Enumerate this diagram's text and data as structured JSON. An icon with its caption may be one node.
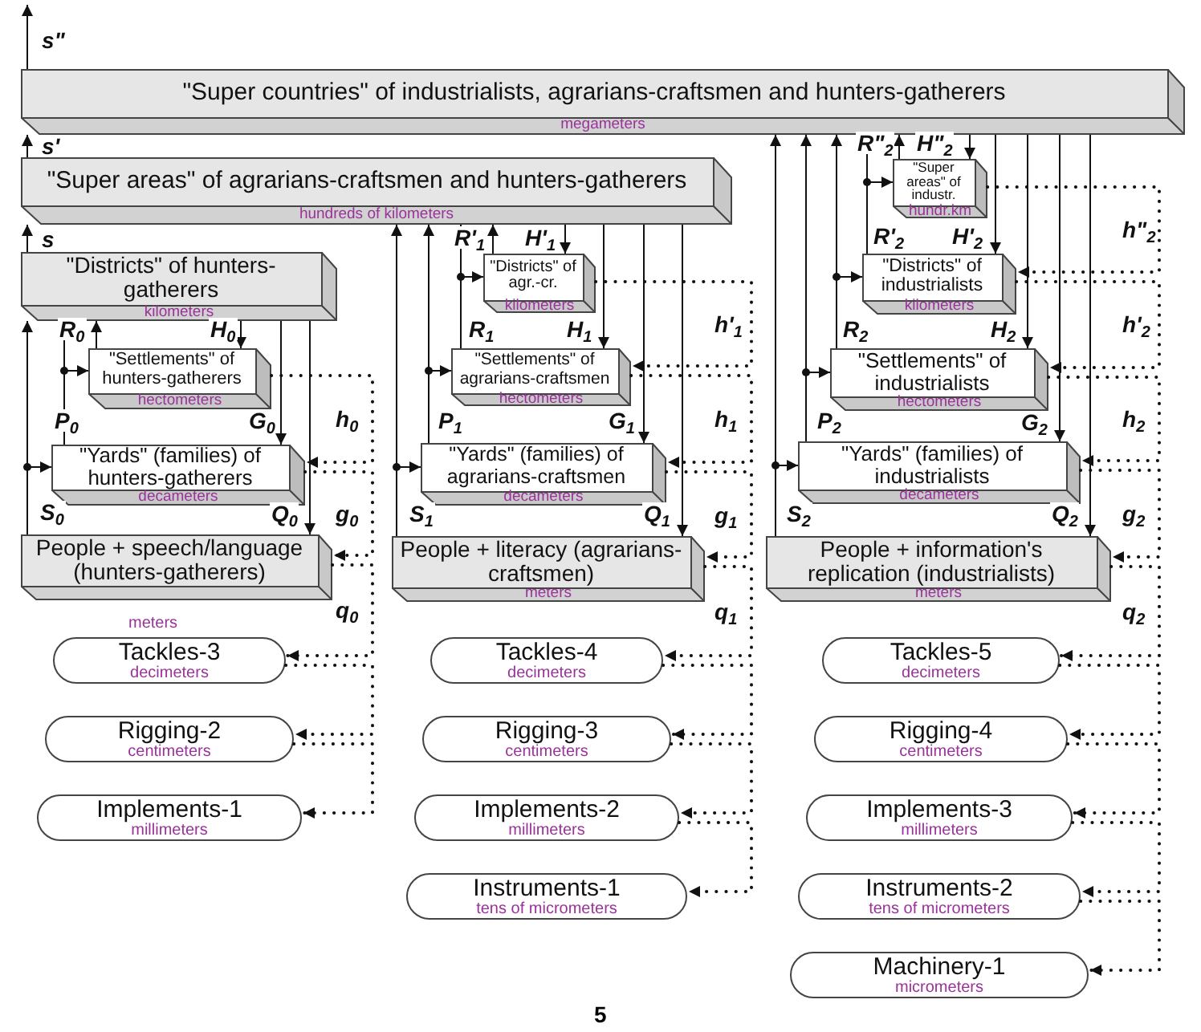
{
  "diagram": {
    "nodes": [
      {
        "text": [
          "\"Super countries\" of industrialists, agrarians-craftsmen and hunters-gatherers",
          "megameters"
        ]
      },
      {
        "text": [
          "\"Super areas\" of agrarians-craftsmen and hunters-gatherers",
          "hundreds of kilometers"
        ]
      },
      {
        "text": [
          "\"Super areas\" of industr.",
          "hundr.km"
        ]
      },
      {
        "text": [
          "\"Districts\" of hunters-gatherers",
          "kilometers"
        ]
      },
      {
        "text": [
          "\"Districts\" of agr.-cr.",
          "kilometers"
        ]
      },
      {
        "text": [
          "\"Districts\" of industrialists",
          "kilometers"
        ]
      },
      {
        "text": [
          "\"Settlements\" of hunters-gatherers",
          "hectometers"
        ]
      },
      {
        "text": [
          "\"Settlements\" of agrarians-craftsmen",
          "hectometers"
        ]
      },
      {
        "text": [
          "\"Settlements\" of industrialists",
          "hectometers"
        ]
      },
      {
        "text": [
          "\"Yards\" (families) of hunters-gatherers",
          "decameters"
        ]
      },
      {
        "text": [
          "\"Yards\" (families) of agrarians-craftsmen",
          "decameters"
        ]
      },
      {
        "text": [
          "\"Yards\" (families) of industrialists",
          "decameters"
        ]
      },
      {
        "text": [
          "People + speech/language (hunters-gatherers)"
        ],
        "beside": [
          "meters"
        ]
      },
      {
        "text": [
          "People + literacy (agrarians-craftsmen)",
          "meters"
        ]
      },
      {
        "text": [
          "People + information's replication (industrialists)",
          "meters"
        ]
      },
      {
        "text": [
          "Tackles-3",
          "decimeters"
        ]
      },
      {
        "text": [
          "Tackles-4",
          "decimeters"
        ]
      },
      {
        "text": [
          "Tackles-5",
          "decimeters"
        ]
      },
      {
        "text": [
          "Rigging-2",
          "centimeters"
        ]
      },
      {
        "text": [
          "Rigging-3",
          "centimeters"
        ]
      },
      {
        "text": [
          "Rigging-4",
          "centimeters"
        ]
      },
      {
        "text": [
          "Implements-1",
          "millimeters"
        ]
      },
      {
        "text": [
          "Implements-2",
          "millimeters"
        ]
      },
      {
        "text": [
          "Implements-3",
          "millimeters"
        ]
      },
      {
        "text": [
          "Instruments-1",
          "tens of micrometers"
        ]
      },
      {
        "text": [
          "Instruments-2",
          "tens of micrometers"
        ]
      },
      {
        "text": [
          "Machinery-1",
          "micrometers"
        ]
      }
    ],
    "edges": [
      {
        "from": 12,
        "to": 3,
        "arrow": "to",
        "label": "S$_{0}$"
      },
      {
        "from": 9,
        "to": 3,
        "arrow": "to",
        "label": "P$_{0}$"
      },
      {
        "from": 6,
        "to": 3,
        "arrow": "to",
        "label": "R$_{0}$"
      },
      {
        "from": 3,
        "to": 6,
        "arrow": "to",
        "label": "H$_{0}$"
      },
      {
        "from": 3,
        "to": 9,
        "arrow": "to",
        "label": "G$_{0}$"
      },
      {
        "from": 3,
        "to": 12,
        "arrow": "to",
        "label": "Q$_{0}$"
      },
      {
        "from": 12,
        "to": 9,
        "arrow": "to"
      },
      {
        "from": 9,
        "to": 6,
        "arrow": "to"
      },
      {
        "from": 13,
        "to": 1,
        "arrow": "to",
        "label": "S$_{1}$"
      },
      {
        "from": 10,
        "to": 1,
        "arrow": "to",
        "label": "P$_{1}$"
      },
      {
        "from": 7,
        "to": 1,
        "arrow": "to",
        "label": "R$_{1}$"
      },
      {
        "from": 4,
        "to": 1,
        "arrow": "to",
        "label": "R'$_{1}$"
      },
      {
        "from": 1,
        "to": 4,
        "arrow": "to",
        "label": "H'$_{1}$"
      },
      {
        "from": 1,
        "to": 7,
        "arrow": "to",
        "label": "H$_{1}$"
      },
      {
        "from": 1,
        "to": 10,
        "arrow": "to",
        "label": "G$_{1}$"
      },
      {
        "from": 1,
        "to": 13,
        "arrow": "to",
        "label": "Q$_{1}$"
      },
      {
        "from": 13,
        "to": 10,
        "arrow": "to"
      },
      {
        "from": 10,
        "to": 7,
        "arrow": "to"
      },
      {
        "from": 7,
        "to": 4,
        "arrow": "to"
      },
      {
        "from": 14,
        "to": 0,
        "arrow": "to",
        "label": "S$_{2}$"
      },
      {
        "from": 11,
        "to": 0,
        "arrow": "to",
        "label": "P$_{2}$"
      },
      {
        "from": 8,
        "to": 0,
        "arrow": "to",
        "label": "R$_{2}$"
      },
      {
        "from": 5,
        "to": 0,
        "arrow": "to",
        "label": "R'$_{2}$"
      },
      {
        "from": 2,
        "to": 0,
        "arrow": "to",
        "label": "R\"$_{2}$"
      },
      {
        "from": 0,
        "to": 2,
        "arrow": "to",
        "label": "H\"$_{2}$"
      },
      {
        "from": 0,
        "to": 5,
        "arrow": "to",
        "label": "H'$_{2}$"
      },
      {
        "from": 0,
        "to": 8,
        "arrow": "to",
        "label": "H$_{2}$"
      },
      {
        "from": 0,
        "to": 11,
        "arrow": "to",
        "label": "G$_{2}$"
      },
      {
        "from": 0,
        "to": 14,
        "arrow": "to",
        "label": "Q$_{2}$"
      },
      {
        "from": 14,
        "to": 11,
        "arrow": "to"
      },
      {
        "from": 11,
        "to": 8,
        "arrow": "to"
      },
      {
        "from": 8,
        "to": 5,
        "arrow": "to"
      },
      {
        "from": 5,
        "to": 2,
        "arrow": "to"
      },
      {
        "from": 3,
        "to": 1,
        "arrow": "to",
        "label": "s"
      },
      {
        "from": 1,
        "to": 0,
        "arrow": "to",
        "label": "s'"
      },
      {
        "from": 0,
        "to": null,
        "arrow": "to",
        "label": "s\""
      },
      {
        "from": 6,
        "to": 9,
        "arrow": "to",
        "style": "dashed",
        "label": "h$_{0}$"
      },
      {
        "from": 9,
        "to": 12,
        "arrow": "to",
        "style": "dashed",
        "label": "g$_{0}$"
      },
      {
        "from": 12,
        "to": 15,
        "arrow": "to",
        "style": "dashed",
        "label": "q$_{0}$"
      },
      {
        "from": 15,
        "to": 18,
        "arrow": "to",
        "style": "dashed"
      },
      {
        "from": 18,
        "to": 21,
        "arrow": "to",
        "style": "dashed"
      },
      {
        "from": 4,
        "to": 7,
        "arrow": "to",
        "style": "dashed",
        "label": "h'$_{1}$"
      },
      {
        "from": 7,
        "to": 10,
        "arrow": "to",
        "style": "dashed",
        "label": "h$_{1}$"
      },
      {
        "from": 10,
        "to": 13,
        "arrow": "to",
        "style": "dashed",
        "label": "g$_{1}$"
      },
      {
        "from": 13,
        "to": 16,
        "arrow": "to",
        "style": "dashed",
        "label": "q$_{1}$"
      },
      {
        "from": 16,
        "to": 19,
        "arrow": "to",
        "style": "dashed"
      },
      {
        "from": 19,
        "to": 22,
        "arrow": "to",
        "style": "dashed"
      },
      {
        "from": 22,
        "to": 24,
        "arrow": "to",
        "style": "dashed"
      },
      {
        "from": 2,
        "to": 5,
        "arrow": "to",
        "style": "dashed",
        "label": "h\"$_{2}$"
      },
      {
        "from": 5,
        "to": 8,
        "arrow": "to",
        "style": "dashed",
        "label": "h'$_{2}$"
      },
      {
        "from": 8,
        "to": 11,
        "arrow": "to",
        "style": "dashed",
        "label": "h$_{2}$"
      },
      {
        "from": 11,
        "to": 14,
        "arrow": "to",
        "style": "dashed",
        "label": "g$_{2}$"
      },
      {
        "from": 14,
        "to": 17,
        "arrow": "to",
        "style": "dashed",
        "label": "q$_{2}$"
      },
      {
        "from": 17,
        "to": 20,
        "arrow": "to",
        "style": "dashed"
      },
      {
        "from": 20,
        "to": 23,
        "arrow": "to",
        "style": "dashed"
      },
      {
        "from": 23,
        "to": 25,
        "arrow": "to",
        "style": "dashed"
      },
      {
        "from": 25,
        "to": 26,
        "arrow": "to",
        "style": "dashed"
      }
    ],
    "labels": [
      "5"
    ]
  }
}
